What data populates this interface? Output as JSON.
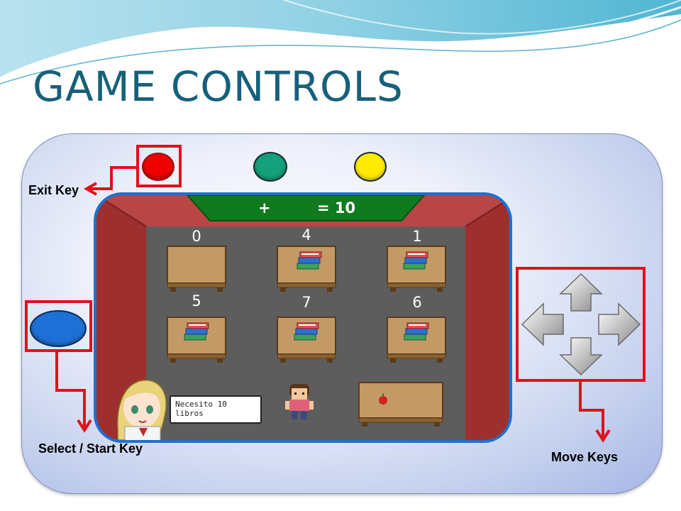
{
  "slide": {
    "title": "GAME CONTROLS",
    "colors": {
      "title": "#17607a",
      "highlight": "#e2101c",
      "screen_border": "#1f70d0"
    }
  },
  "device": {
    "buttons": [
      {
        "name": "exit-button",
        "color": "#ee0000"
      },
      {
        "name": "green-button",
        "color": "#13a07a"
      },
      {
        "name": "yellow-button",
        "color": "#ffea00"
      },
      {
        "name": "select-start-button",
        "color": "#1d71d6"
      }
    ],
    "dpad_icon": "arrow-keys-icon"
  },
  "labels": {
    "exit": "Exit Key",
    "select_start": "Select / Start Key",
    "move": "Move Keys"
  },
  "game": {
    "hud": {
      "plus": "+",
      "target": "= 10"
    },
    "desks": [
      {
        "number": "0",
        "books": false
      },
      {
        "number": "4",
        "books": true
      },
      {
        "number": "1",
        "books": true
      },
      {
        "number": "5",
        "books": true
      },
      {
        "number": "7",
        "books": true
      },
      {
        "number": "6",
        "books": true
      }
    ],
    "speech_bubble": "Necesito 10 libros",
    "teacher_desk_item": "apple-icon"
  }
}
